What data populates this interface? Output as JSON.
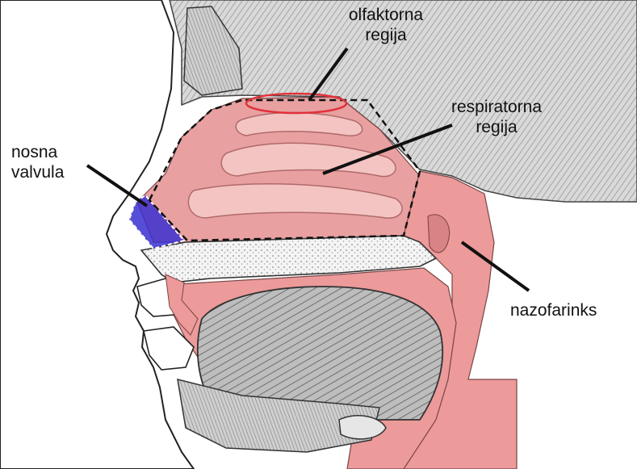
{
  "labels": {
    "olfactory": {
      "line1": "olfaktorna",
      "line2": "regija"
    },
    "respiratory": {
      "line1": "respiratorna",
      "line2": "regija"
    },
    "nasal_valve": {
      "line1": "nosna",
      "line2": "valvula"
    },
    "nasopharynx": {
      "line1": "nazofarinks"
    }
  },
  "colors": {
    "mucosa": "#e8a0a0",
    "mucosa_light": "#f3c4c2",
    "pharynx": "#ec9a9a",
    "bone_gray": "#b8b8b8",
    "valve_blue": "#3a2fd0",
    "olfactory_ring": "#e0323a",
    "outline": "#222222"
  }
}
